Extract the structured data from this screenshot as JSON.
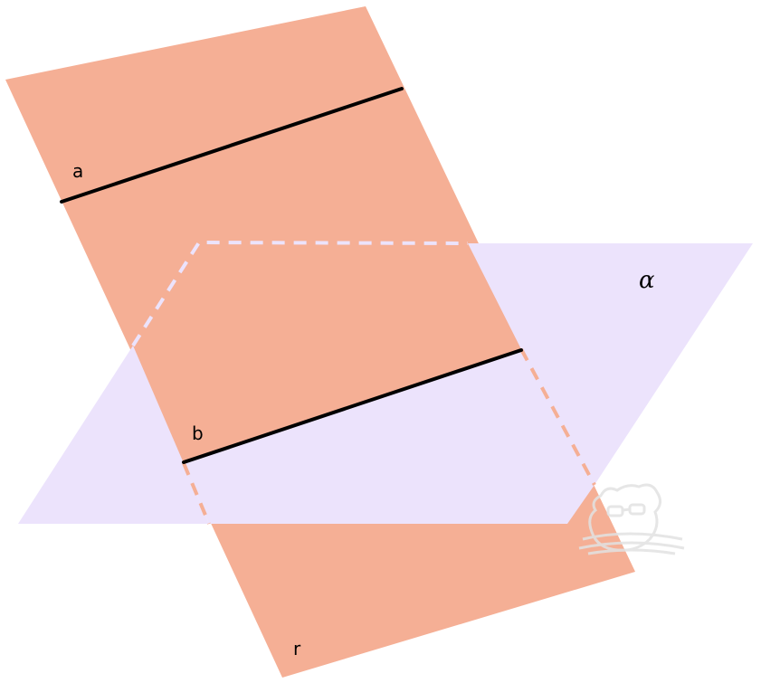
{
  "diagram": {
    "labels": {
      "line_a": "a",
      "line_b": "b",
      "plane_alpha": "α",
      "plane_r": "r"
    },
    "colors": {
      "plane_r_fill": "#F5AF95",
      "plane_alpha_fill": "#ECE3FC",
      "dashed_on_salmon": "#ECE3FC",
      "dashed_on_lavender": "#F5AF95",
      "line": "#000000",
      "watermark": "#E6E6E6"
    },
    "icons": {
      "watermark": "bear-watermark-icon"
    }
  }
}
